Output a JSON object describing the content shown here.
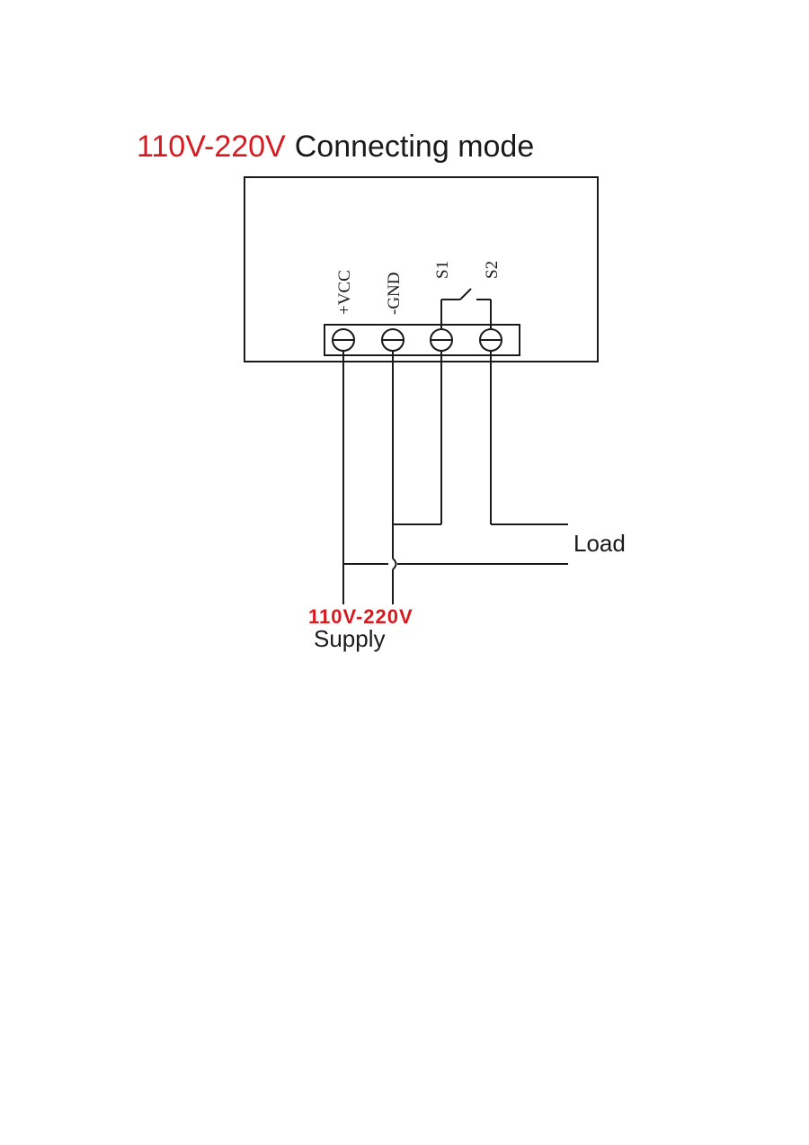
{
  "title": {
    "voltage": "110V-220V",
    "text": "Connecting mode"
  },
  "terminals": [
    "+VCC",
    "-GND",
    "S1",
    "S2"
  ],
  "load_label": "Load",
  "supply": {
    "voltage": "110V-220V",
    "label": "Supply"
  },
  "colors": {
    "accent": "#d71920",
    "line": "#1a1a1a"
  }
}
